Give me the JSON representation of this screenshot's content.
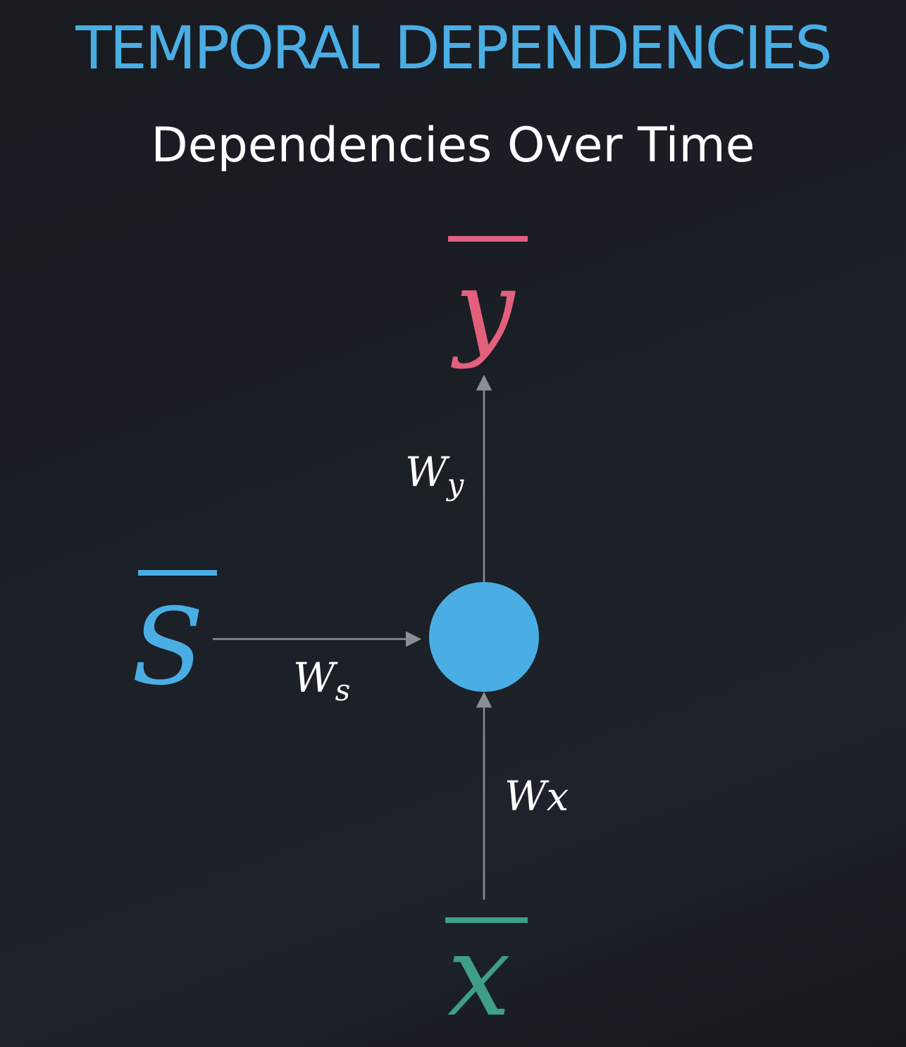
{
  "title": "TEMPORAL DEPENDENCIES",
  "subtitle": "Dependencies Over Time",
  "colors": {
    "title": "#4aaee4",
    "subtitle": "#ffffff",
    "state": "#4aaee4",
    "output": "#e3607d",
    "input": "#3f9e88",
    "edge": "#8a8f96",
    "weight_label": "#ffffff",
    "node": "#4aaee4"
  },
  "variables": {
    "output": "y",
    "state": "S",
    "input": "x"
  },
  "weights": {
    "output": {
      "base": "W",
      "sub": "y"
    },
    "state": {
      "base": "W",
      "sub": "s"
    },
    "input": {
      "base": "W",
      "sub": "x"
    }
  }
}
